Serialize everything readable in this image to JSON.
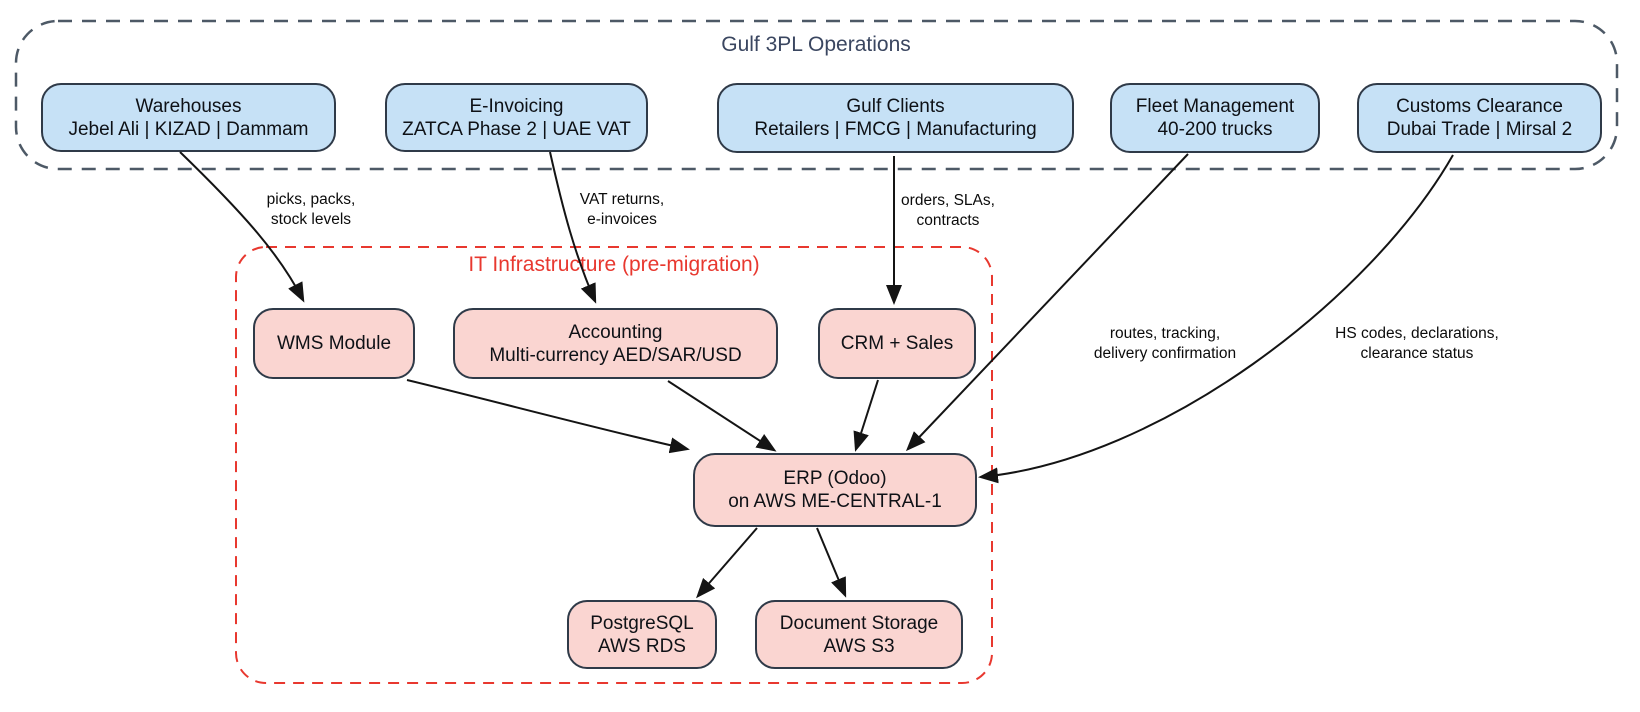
{
  "colors": {
    "ops_fill": "#C6E1F6",
    "it_fill": "#FAD5D1",
    "node_border": "#2F3A48",
    "ops_border": "#4D5966",
    "it_border": "#E8382F",
    "ops_title": "#3A4660",
    "it_title": "#E8382F",
    "arrow": "#141414"
  },
  "operations_container": {
    "title": "Gulf 3PL Operations"
  },
  "it_container": {
    "title": "IT Infrastructure (pre-migration)"
  },
  "nodes": {
    "warehouses": {
      "line1": "Warehouses",
      "line2": "Jebel Ali | KIZAD | Dammam"
    },
    "einvoicing": {
      "line1": "E-Invoicing",
      "line2": "ZATCA Phase 2 | UAE VAT"
    },
    "gulfclients": {
      "line1": "Gulf Clients",
      "line2": "Retailers | FMCG | Manufacturing"
    },
    "fleet": {
      "line1": "Fleet Management",
      "line2": "40-200 trucks"
    },
    "customs": {
      "line1": "Customs Clearance",
      "line2": "Dubai Trade | Mirsal 2"
    },
    "wms": {
      "line1": "WMS Module"
    },
    "accounting": {
      "line1": "Accounting",
      "line2": "Multi-currency AED/SAR/USD"
    },
    "crm": {
      "line1": "CRM + Sales"
    },
    "erp": {
      "line1": "ERP (Odoo)",
      "line2": "on AWS ME-CENTRAL-1"
    },
    "postgresql": {
      "line1": "PostgreSQL",
      "line2": "AWS RDS"
    },
    "docstorage": {
      "line1": "Document Storage",
      "line2": "AWS S3"
    }
  },
  "labels": {
    "picks": {
      "line1": "picks, packs,",
      "line2": "stock levels"
    },
    "vat": {
      "line1": "VAT returns,",
      "line2": "e-invoices"
    },
    "orders": {
      "line1": "orders, SLAs,",
      "line2": "contracts"
    },
    "routes": {
      "line1": "routes, tracking,",
      "line2": "delivery confirmation"
    },
    "hs": {
      "line1": "HS codes, declarations,",
      "line2": "clearance status"
    }
  },
  "edges": [
    {
      "from": "warehouses",
      "to": "wms",
      "label": "picks, packs, stock levels"
    },
    {
      "from": "einvoicing",
      "to": "accounting",
      "label": "VAT returns, e-invoices"
    },
    {
      "from": "gulfclients",
      "to": "crm",
      "label": "orders, SLAs, contracts"
    },
    {
      "from": "fleet",
      "to": "erp",
      "label": "routes, tracking, delivery confirmation"
    },
    {
      "from": "customs",
      "to": "erp",
      "label": "HS codes, declarations, clearance status"
    },
    {
      "from": "wms",
      "to": "erp",
      "label": ""
    },
    {
      "from": "accounting",
      "to": "erp",
      "label": ""
    },
    {
      "from": "crm",
      "to": "erp",
      "label": ""
    },
    {
      "from": "erp",
      "to": "postgresql",
      "label": ""
    },
    {
      "from": "erp",
      "to": "docstorage",
      "label": ""
    }
  ]
}
